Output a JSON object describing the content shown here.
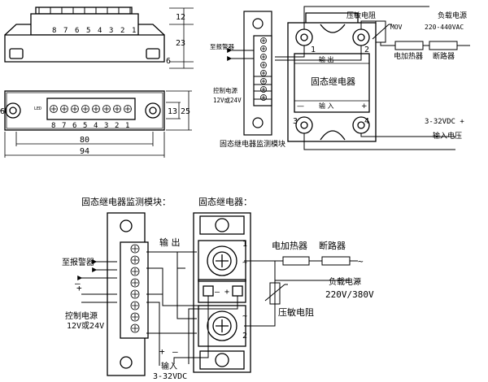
{
  "dims": {
    "h12": "12",
    "h23": "23",
    "h6": "6",
    "side13": "13",
    "side25": "25",
    "left6": "6",
    "w80": "80",
    "w94": "94"
  },
  "pins": [
    "8",
    "7",
    "6",
    "5",
    "4",
    "3",
    "2",
    "1"
  ],
  "led": "LED",
  "fig2": {
    "varistor": "压敏电阻",
    "mov": "MOV",
    "load_power": "负载电源",
    "load_voltage": "220-440VAC",
    "heater": "电加热器",
    "breaker": "断路器",
    "to_alarm": "至报警器",
    "control_power": "控制电源",
    "control_voltage": "12V或24V",
    "output": "输  出",
    "ssr": "固态继电器",
    "input": "输  入",
    "minus": "—",
    "plus": "+",
    "t1": "1",
    "t2": "2",
    "t3": "3",
    "t4": "4",
    "dc": "3-32VDC +",
    "input_voltage": "输入电压",
    "caption": "固态继电器监测模块"
  },
  "fig3": {
    "module_title": "固态继电器监测模块：",
    "ssr_title": "固态继电器：",
    "output": "输  出",
    "heater": "电加热器",
    "breaker": "断路器",
    "to_alarm": "至报警器",
    "load_power": "负载电源",
    "load_voltage": "220V/380V",
    "varistor": "压敏电阻",
    "control_power": "控制电源",
    "control_voltage": "12V或24V",
    "input": "输入",
    "dc": "3-32VDC",
    "plus": "+",
    "minus": "—",
    "tilde": "~",
    "t1": "1",
    "t2": "2"
  }
}
